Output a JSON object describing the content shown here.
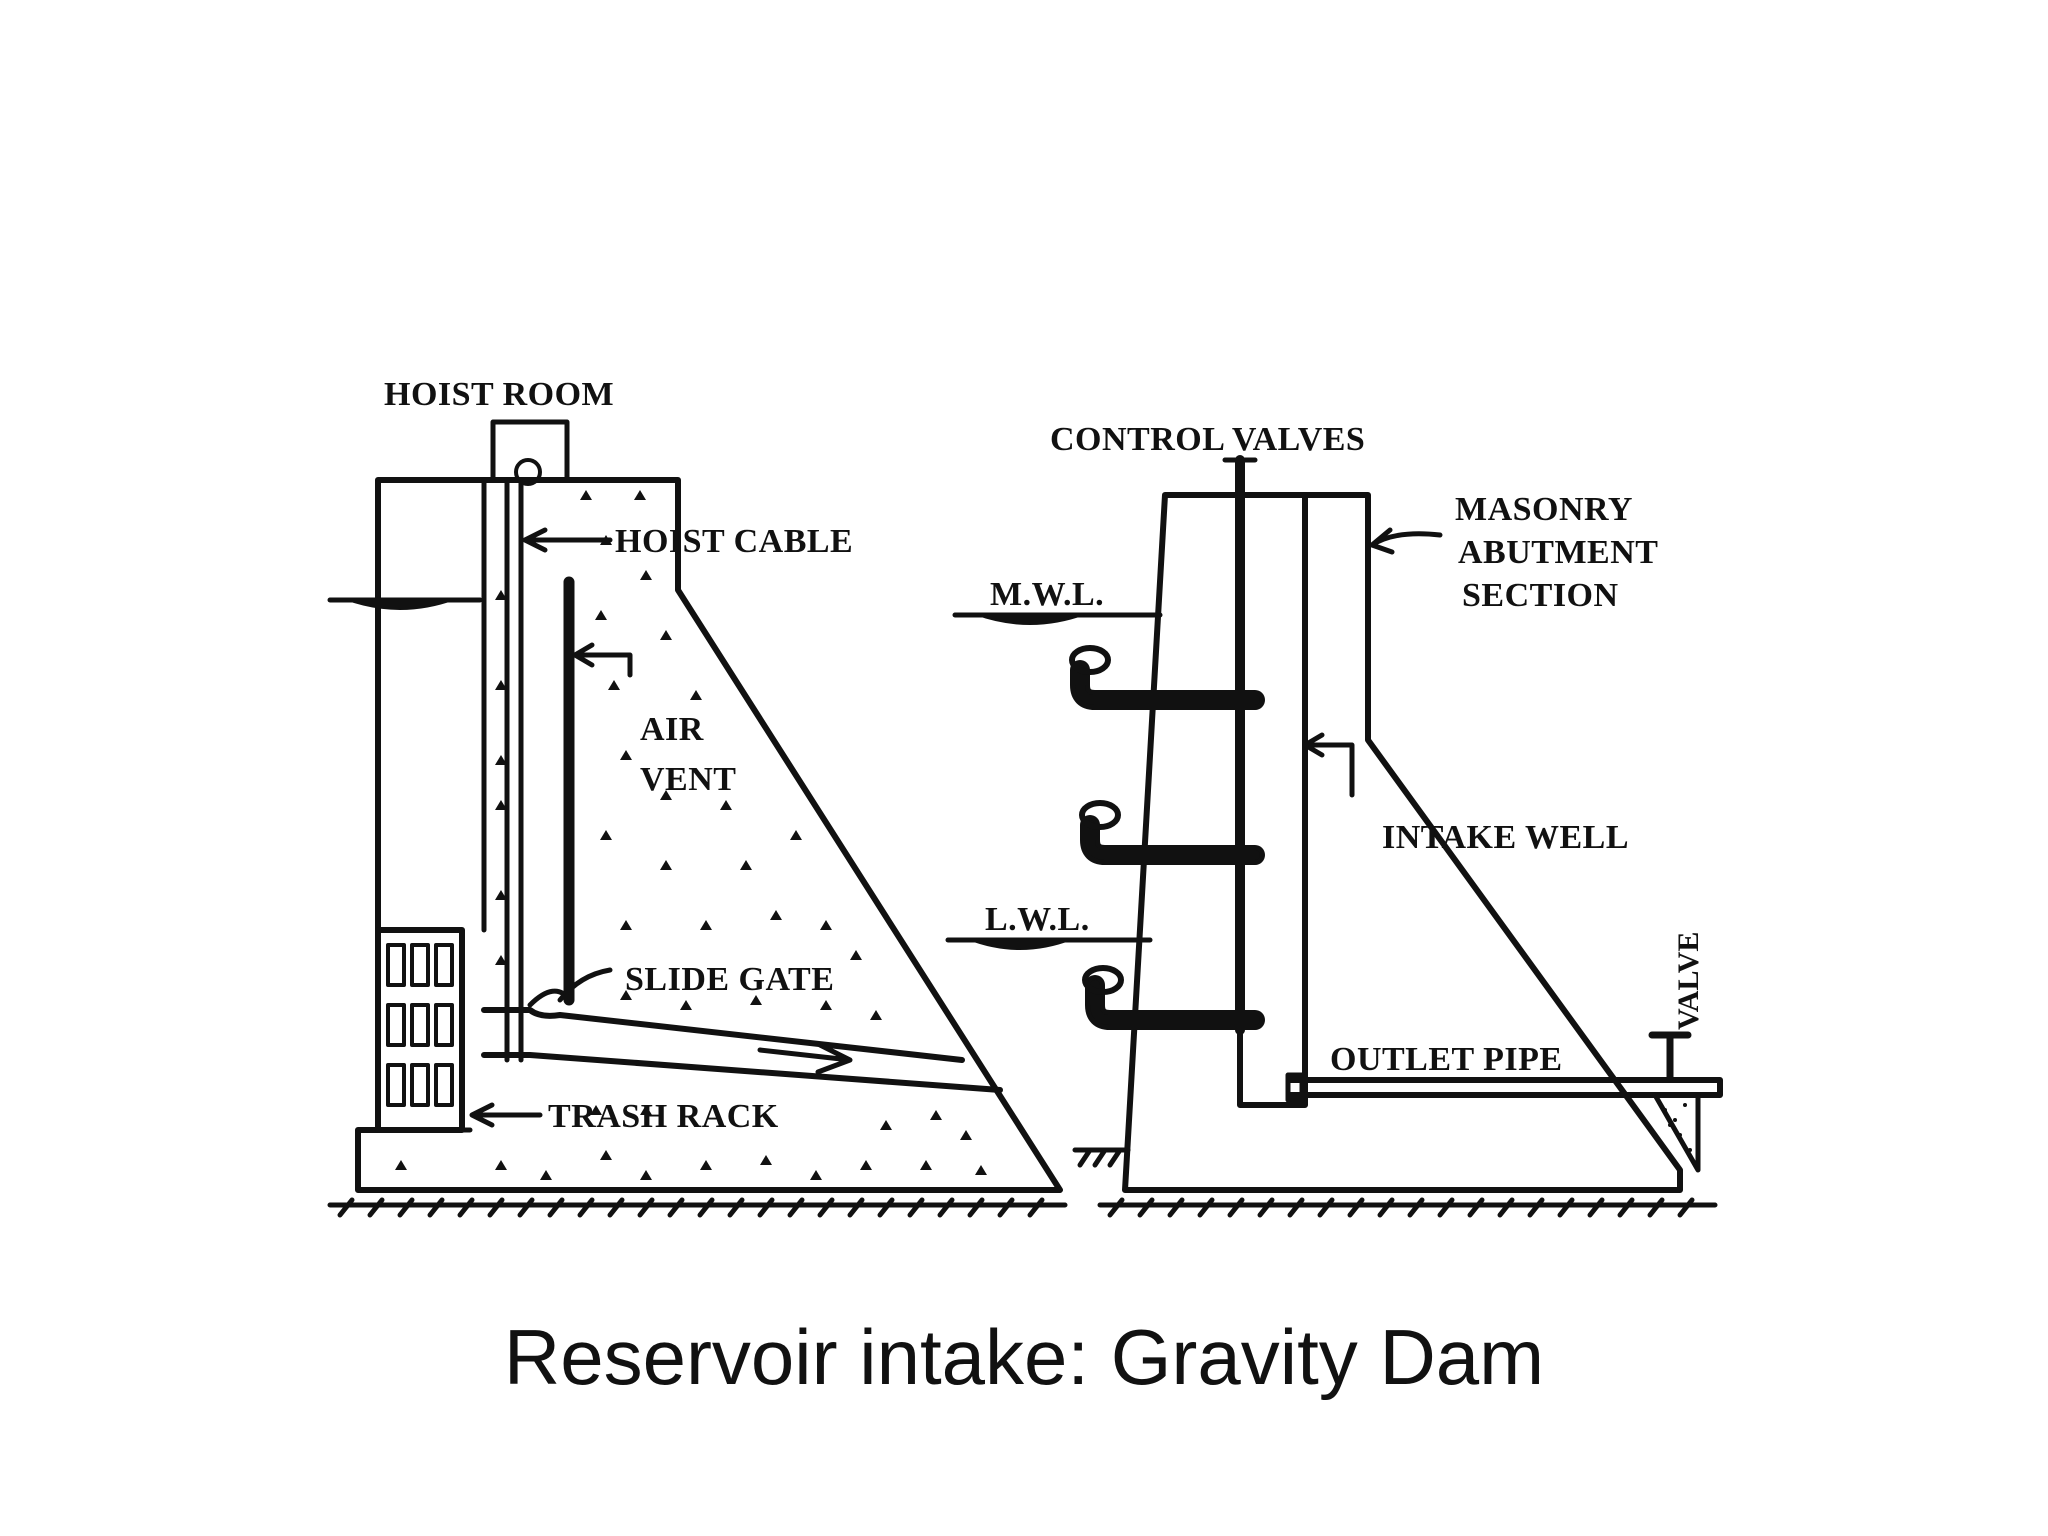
{
  "caption": "Reservoir intake: Gravity Dam",
  "labels": {
    "hoist_room": "HOIST ROOM",
    "hoist_cable": "HOIST CABLE",
    "air": "AIR",
    "vent": "VENT",
    "slide_gate": "SLIDE GATE",
    "trash_rack": "TRASH RACK",
    "control_valves": "CONTROL VALVES",
    "masonry": "MASONRY",
    "abutment": "ABUTMENT",
    "section": "SECTION",
    "mwl": "M.W.L.",
    "lwl": "L.W.L.",
    "intake_well": "INTAKE WELL",
    "outlet_pipe": "OUTLET PIPE",
    "valve": "VALVE"
  }
}
